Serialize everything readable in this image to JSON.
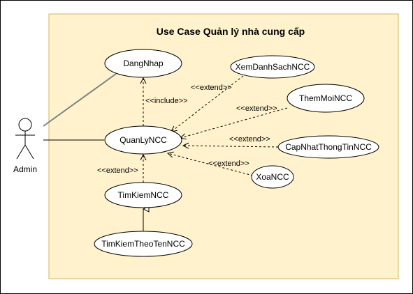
{
  "diagram": {
    "title": "Use Case Quản lý nhà cung cấp",
    "actor": {
      "label": "Admin"
    },
    "use_cases": {
      "login": "DangNhap",
      "manage": "QuanLyNCC",
      "view": "XemDanhSachNCC",
      "add": "ThemMoiNCC",
      "update": "CapNhatThongTinNCC",
      "delete": "XoaNCC",
      "search": "TimKiemNCC",
      "search_by_name": "TimKiemTheoTenNCC"
    },
    "relations": {
      "include": "<<include>>",
      "extend_view": "<<extend>>",
      "extend_add": "<<extend>>",
      "extend_update": "<<extend>>",
      "extend_delete": "<<extend>>",
      "extend_search": "<<extend>>"
    },
    "colors": {
      "boundary_fill": "#fff2cc",
      "boundary_stroke": "#d6b656",
      "usecase_fill": "#ffffff",
      "line": "#000000",
      "actor_association": "#808080"
    }
  }
}
